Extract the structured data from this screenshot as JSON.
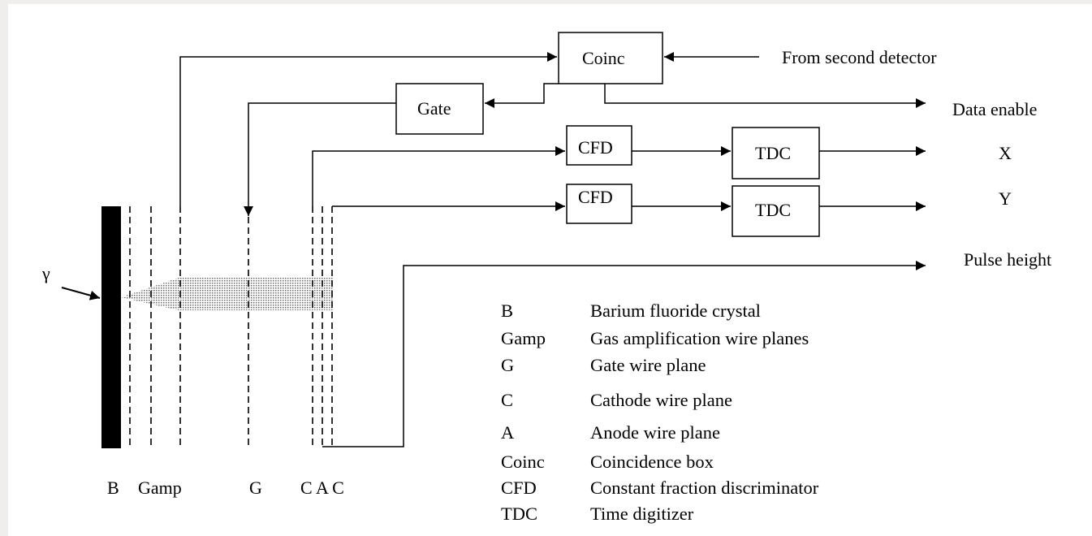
{
  "boxes": {
    "coinc": "Coinc",
    "gate": "Gate",
    "cfd_x": "CFD",
    "tdc_x": "TDC",
    "cfd_y": "CFD",
    "tdc_y": "TDC"
  },
  "outputs": {
    "from_second_detector": "From second detector",
    "data_enable": "Data enable",
    "x": "X",
    "y": "Y",
    "pulse_height": "Pulse height"
  },
  "gamma_symbol": "γ",
  "plane_labels": {
    "b": "B",
    "gamp": "Gamp",
    "g": "G",
    "cac": "C A C"
  },
  "legend": [
    {
      "abbr": "B",
      "desc": "Barium fluoride crystal"
    },
    {
      "abbr": "Gamp",
      "desc": "Gas amplification wire planes"
    },
    {
      "abbr": "G",
      "desc": "Gate wire plane"
    },
    {
      "abbr": "C",
      "desc": "Cathode wire plane"
    },
    {
      "abbr": "A",
      "desc": "Anode wire plane"
    },
    {
      "abbr": "Coinc",
      "desc": "Coincidence box"
    },
    {
      "abbr": "CFD",
      "desc": "Constant fraction discriminator"
    },
    {
      "abbr": "TDC",
      "desc": "Time digitizer"
    }
  ]
}
